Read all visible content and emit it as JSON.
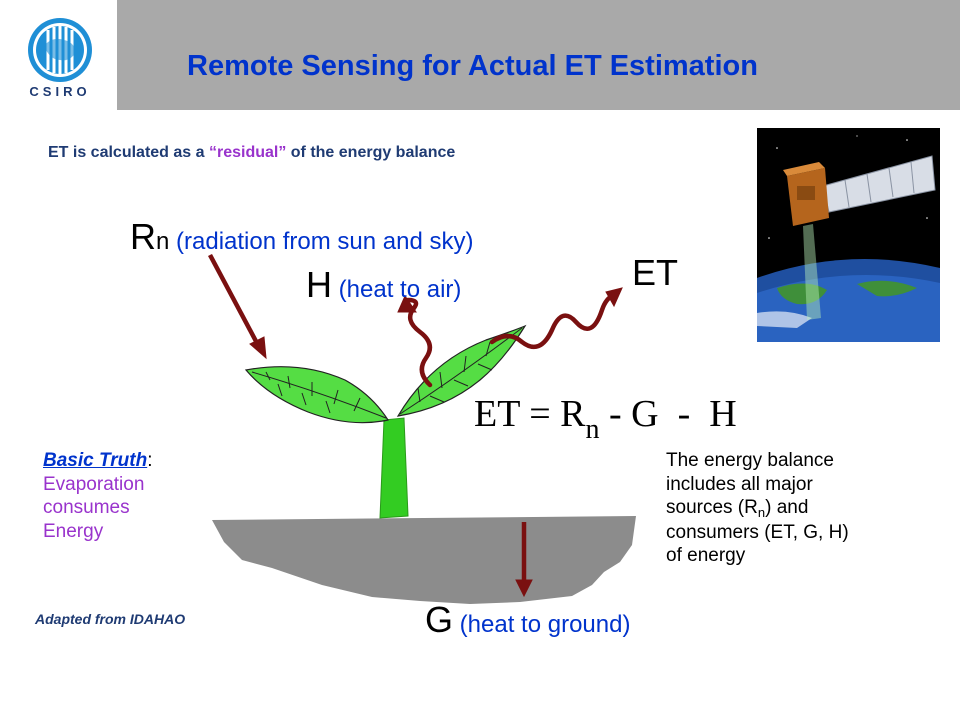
{
  "header": {
    "logo_text": "CSIRO",
    "title": "Remote Sensing for Actual ET Estimation"
  },
  "subtitle": {
    "before": "ET is calculated as a ",
    "highlight": "“residual”",
    "after": " of the energy balance"
  },
  "labels": {
    "rn_symbol": "R",
    "rn_subscript": "n",
    "rn_desc": " (radiation from sun and sky)",
    "h_symbol": "H",
    "h_desc": " (heat to air)",
    "et": "ET",
    "g_symbol": "G",
    "g_desc": " (heat to ground)"
  },
  "equation": {
    "left": "ET = R",
    "subscript": "n",
    "right": " - G  -  H"
  },
  "balance_note": {
    "line1": "The energy balance",
    "line2": "includes all major",
    "line3a": "sources (R",
    "line3sub": "n",
    "line3b": ") and",
    "line4": "consumers (ET, G, H)",
    "line5": "of energy"
  },
  "truth": {
    "heading": "Basic Truth",
    "colon": ":",
    "line1": "Evaporation",
    "line2": "consumes",
    "line3": "Energy"
  },
  "credit": "Adapted from IDAHAO",
  "colors": {
    "arrow": "#7a1010",
    "leaf": "#55dd44",
    "stem": "#33cc22",
    "ground": "#8c8c8c",
    "title": "#0033cc",
    "header_bar": "#a9a9a9"
  },
  "icons": [
    "csiro-logo-icon",
    "satellite-image-icon",
    "plant-icon"
  ]
}
